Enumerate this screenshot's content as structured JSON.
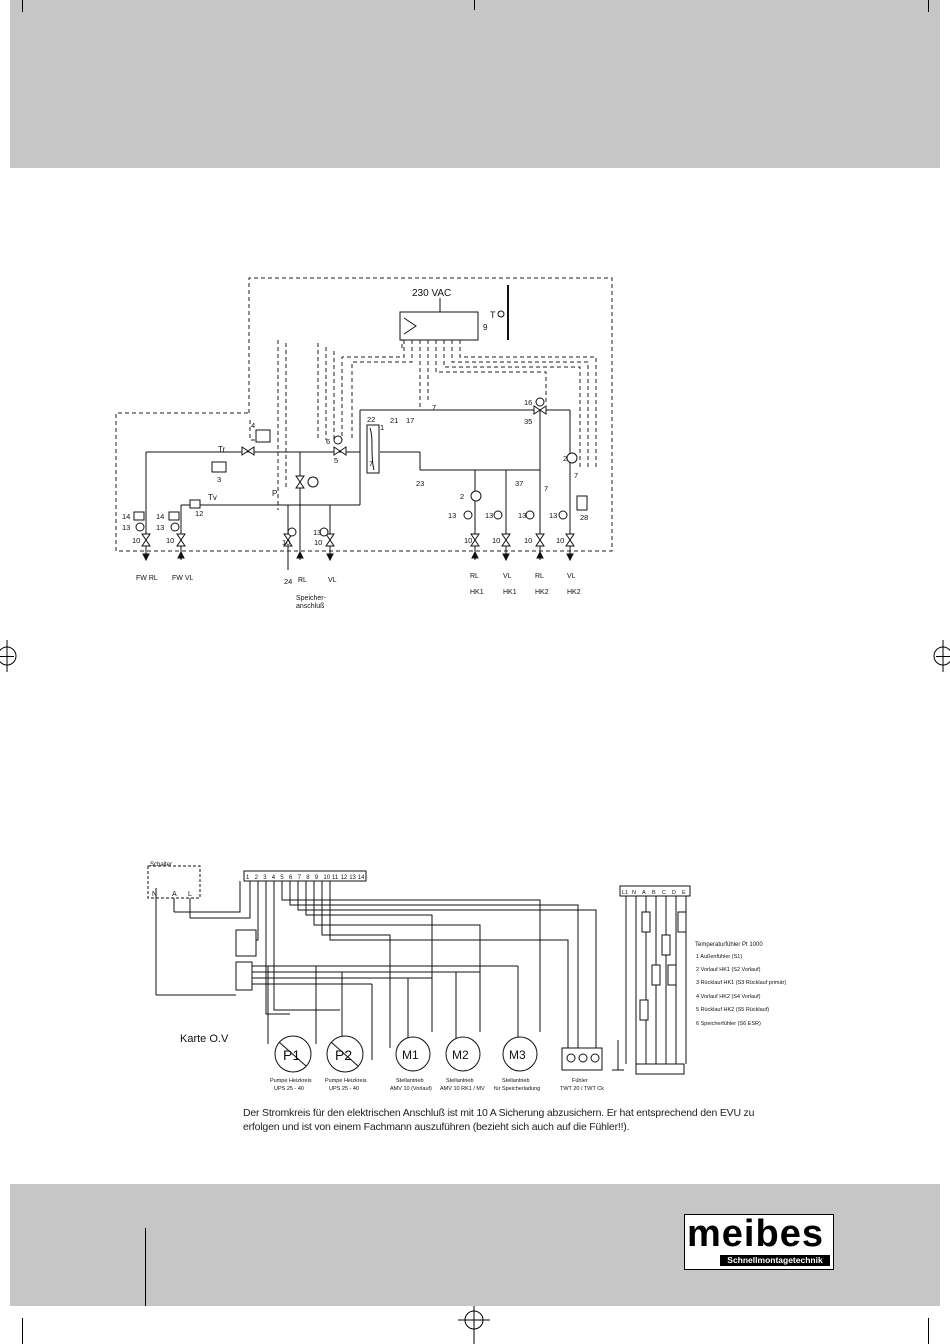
{
  "logo": {
    "brand": "meibes",
    "tagline": "Schnellmontagetechnik"
  },
  "hydraulic": {
    "power_label": "230 VAC",
    "controller_no": "9",
    "sensor_T": "T",
    "numbers": [
      "1",
      "2",
      "3",
      "4",
      "5",
      "6",
      "7",
      "10",
      "12",
      "13",
      "14",
      "16",
      "17",
      "21",
      "22",
      "23",
      "24",
      "28",
      "35",
      "37"
    ],
    "outlets": {
      "fw_rl": "FW RL",
      "fw_vl": "FW VL",
      "sp_rl": "RL",
      "sp_vl": "VL",
      "hk1_rl": "RL",
      "hk1_vl": "VL",
      "hk2_rl": "RL",
      "hk2_vl": "VL",
      "hk1": "HK1",
      "hk2": "HK2",
      "speicher": "Speicher-",
      "anschluss": "anschluß",
      "tr": "Tr",
      "tv": "Tv",
      "p": "P"
    }
  },
  "wiring": {
    "card_label": "Karte O.V",
    "terminals_left": [
      "1",
      "2",
      "3",
      "4",
      "5",
      "6",
      "7",
      "8",
      "9",
      "10",
      "11",
      "12",
      "13",
      "14"
    ],
    "terminals_right": [
      "L1",
      "N",
      "A",
      "B",
      "C",
      "D",
      "E"
    ],
    "switch_box": {
      "title": "Schalter",
      "n": "N",
      "a": "A",
      "l": "L"
    },
    "pumps": [
      {
        "id": "P1"
      },
      {
        "id": "P2"
      }
    ],
    "motors": [
      {
        "id": "M1"
      },
      {
        "id": "M2"
      },
      {
        "id": "M3"
      }
    ],
    "motor_captions": [
      {
        "l1": "Pumpe Heizkreis",
        "l2": "UPS 25 - 40"
      },
      {
        "l1": "Pumpe Heizkreis",
        "l2": "UPS 25 - 40"
      },
      {
        "l1": "Stellantrieb",
        "l2": "AMV 10 (Vorlauf)"
      },
      {
        "l1": "Stellantrieb",
        "l2": "AMV 10 RK1 / MV"
      },
      {
        "l1": "Stellantrieb",
        "l2": "für Speicherladung"
      },
      {
        "l1": "Fühler",
        "l2": "TWT 20 / TWT Ck"
      }
    ],
    "sensor_legend": {
      "title": "Temperaturfühler Pt 1000",
      "items": [
        "1  Außenfühler (S1)",
        "2  Vorlauf HK1 (S2 Vorlauf)",
        "3  Rücklauf HK1 (S3 Rücklauf primär)",
        "4  Vorlauf HK2 (S4 Vorlauf)",
        "5  Rücklauf HK2 (S5 Rücklauf)",
        "6  Speicherfühler (S6 ESR)"
      ]
    },
    "note": "Der Stromkreis für den elektrischen Anschluß ist mit 10 A Sicherung abzusichern. Er hat entsprechend den EVU zu erfolgen und ist von einem Fachmann auszuführen (bezieht sich auch auf die Fühler!!)."
  }
}
